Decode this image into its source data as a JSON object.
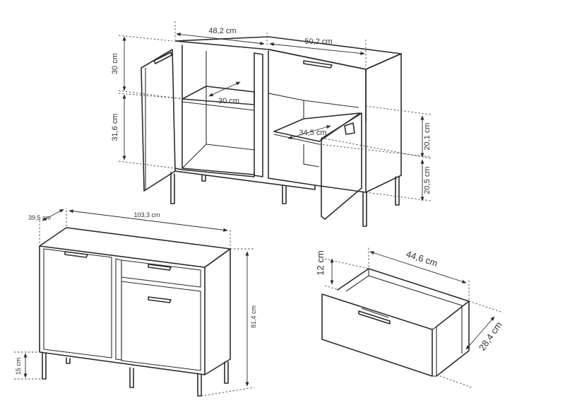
{
  "top_view": {
    "door_width": "48,2 cm",
    "drawer_width": "50,2 cm",
    "upper_height": "30 cm",
    "lower_height": "31,6 cm",
    "shelf_depth": "30 cm",
    "right_shelf_depth": "34,5 cm",
    "right_upper_height": "20,1 cm",
    "right_lower_height": "20,5 cm"
  },
  "closed_view": {
    "depth": "39,5 cm",
    "width": "103,3 cm",
    "height": "81,4 cm",
    "leg_height": "15 cm"
  },
  "drawer_view": {
    "width": "44,6 cm",
    "height": "12 cm",
    "depth": "28,4 cm"
  }
}
